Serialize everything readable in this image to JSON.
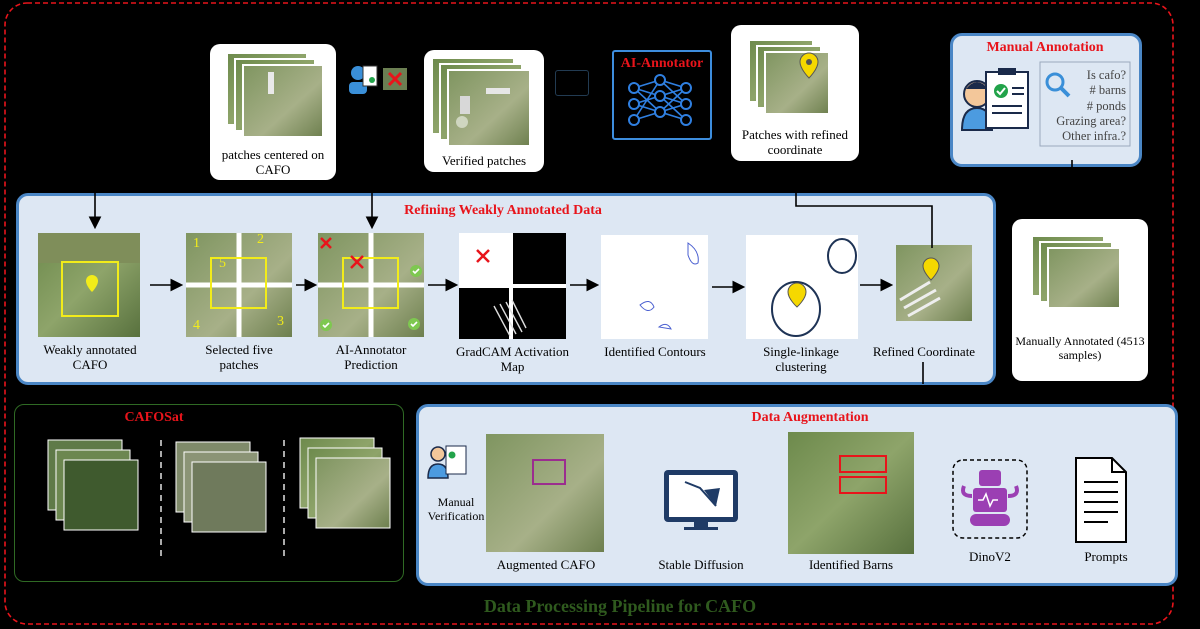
{
  "title": "Data Processing Pipeline for CAFO",
  "top": {
    "patches_centered": "patches centered on CAFO",
    "verified_patches": "Verified patches",
    "ai_annotator": "AI-Annotator",
    "patches_refined": "Patches with refined coordinate",
    "manual_annotation": "Manual Annotation",
    "questions": [
      "Is cafo?",
      "# barns",
      "# ponds",
      "Grazing area?",
      "Other infra.?"
    ]
  },
  "refining": {
    "title": "Refining Weakly Annotated Data",
    "steps": [
      "Weakly annotated CAFO",
      "Selected five patches",
      "AI-Annotator Prediction",
      "GradCAM Activation Map",
      "Identified Contours",
      "Single-linkage clustering",
      "Refined Coordinate"
    ],
    "patch_numbers": [
      "1",
      "2",
      "5",
      "4",
      "3"
    ]
  },
  "manually_annotated": "Manually Annotated (4513 samples)",
  "cafosat": {
    "title": "CAFOSat"
  },
  "augmentation": {
    "title": "Data Augmentation",
    "manual_verification": "Manual Verification",
    "augmented": "Augmented CAFO",
    "stable_diffusion": "Stable Diffusion",
    "identified_barns": "Identified Barns",
    "dinov2": "DinoV2",
    "prompts": "Prompts"
  },
  "colors": {
    "red_title": "#e8141b",
    "panel_border": "#4a86c5",
    "panel_fill": "#dde7f3",
    "title_green": "#2f5a1e",
    "highlight": "#f2ec1a"
  }
}
